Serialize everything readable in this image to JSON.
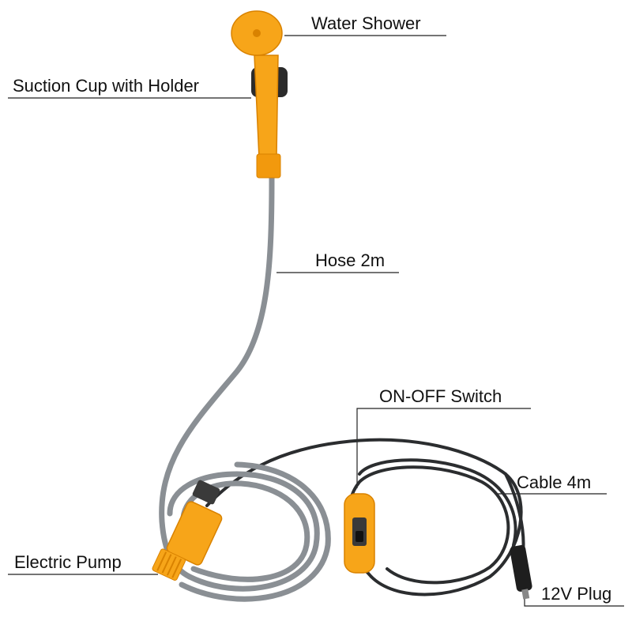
{
  "labels": {
    "water_shower": "Water Shower",
    "suction_cup": "Suction Cup with Holder",
    "hose": "Hose 2m",
    "switch": "ON-OFF Switch",
    "cable": "Cable 4m",
    "pump": "Electric Pump",
    "plug": "12V Plug"
  },
  "colors": {
    "orange": "#f7a519",
    "orange_dark": "#d98200",
    "hose_gray": "#8a8f94",
    "cable_black": "#2b2d2f",
    "leader_line": "#222222"
  }
}
